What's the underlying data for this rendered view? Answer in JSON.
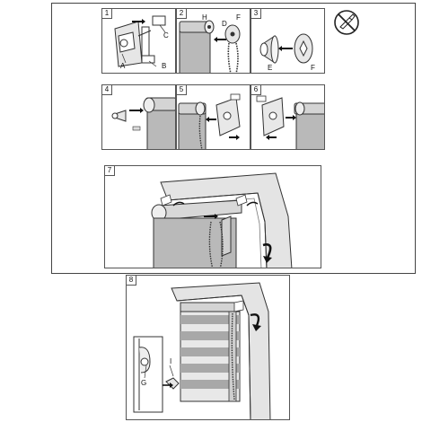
{
  "steps": {
    "s1": {
      "num": "1",
      "labels": {
        "a": "A",
        "b": "B",
        "c": "C"
      }
    },
    "s2": {
      "num": "2",
      "labels": {
        "h": "H",
        "d": "D",
        "f": "F"
      }
    },
    "s3": {
      "num": "3",
      "labels": {
        "e": "E",
        "f": "F"
      }
    },
    "s4": {
      "num": "4"
    },
    "s5": {
      "num": "5"
    },
    "s6": {
      "num": "6"
    },
    "s7": {
      "num": "7"
    },
    "s8": {
      "num": "8",
      "labels": {
        "g": "G",
        "i": "I"
      }
    }
  },
  "warning_icon": "no-sharp-tools-icon",
  "colors": {
    "line": "#333333",
    "fabric": "#b9b9b9",
    "fabric_dark": "#8e8e8e",
    "bracket": "#d4d4d4"
  }
}
